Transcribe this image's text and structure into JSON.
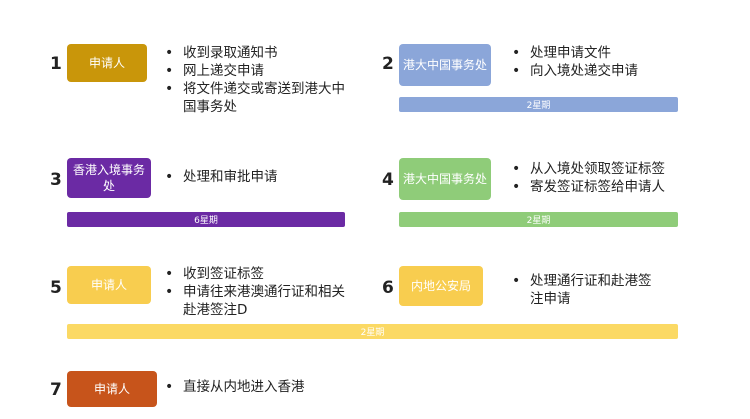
{
  "steps": [
    {
      "num": "1",
      "box": "申请人",
      "box_color": "#c9960a",
      "bullets": [
        "收到录取通知书",
        "网上递交申请",
        "将文件递交或寄送到港大中国事务处"
      ]
    },
    {
      "num": "2",
      "box": "港大中国事务处",
      "box_color": "#8ba6d9",
      "bullets": [
        "处理申请文件",
        "向入境处递交申请"
      ],
      "bar": {
        "label": "2星期",
        "color": "#8ba6d9"
      }
    },
    {
      "num": "3",
      "box": "香港入境事务处",
      "box_color": "#6b2aa4",
      "bullets": [
        "处理和审批申请"
      ],
      "bar": {
        "label": "6星期",
        "color": "#6b2aa4"
      }
    },
    {
      "num": "4",
      "box": "港大中国事务处",
      "box_color": "#8fcc79",
      "bullets": [
        "从入境处领取签证标签",
        "寄发签证标签给申请人"
      ],
      "bar": {
        "label": "2星期",
        "color": "#8fcc79"
      }
    },
    {
      "num": "5",
      "box": "申请人",
      "box_color": "#f8cd4f",
      "bullets": [
        "收到签证标签",
        "申请往来港澳通行证和相关赴港签注D"
      ]
    },
    {
      "num": "6",
      "box": "内地公安局",
      "box_color": "#f8cd4f",
      "bullets": [
        "处理通行证和赴港签注申请"
      ],
      "bar": {
        "label": "2星期",
        "color": "#fbd964"
      }
    },
    {
      "num": "7",
      "box": "申请人",
      "box_color": "#c7541b",
      "bullets": [
        "直接从内地进入香港"
      ]
    }
  ]
}
